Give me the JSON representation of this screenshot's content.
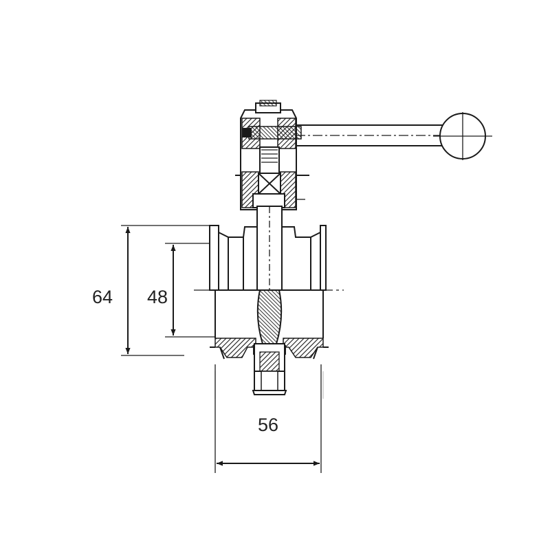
{
  "drawing": {
    "dimensions": {
      "outer_height": "64",
      "inner_height": "48",
      "face_width": "56"
    }
  },
  "colors": {
    "line": "#1a1a1a",
    "hatch": "#1a1a1a",
    "background": "#ffffff"
  }
}
